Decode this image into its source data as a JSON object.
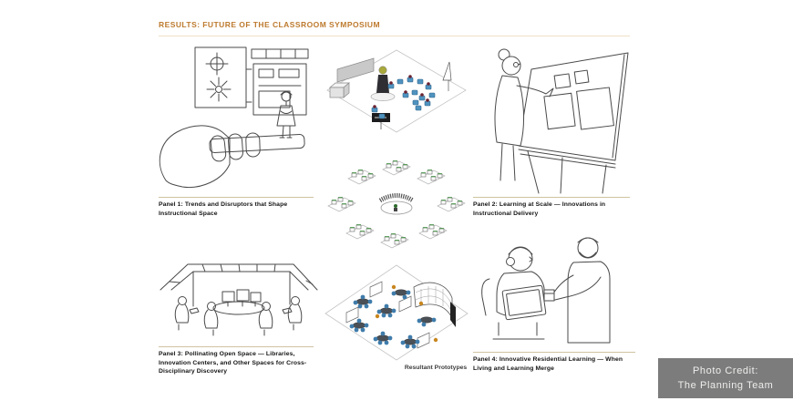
{
  "page": {
    "title": "RESULTS: FUTURE OF THE CLASSROOM SYMPOSIUM"
  },
  "panels": [
    {
      "caption": "Panel 1: Trends and Disruptors that Shape Instructional Space"
    },
    {
      "caption": "Panel 2: Learning at Scale — Innovations in Instructional Delivery"
    },
    {
      "caption": "Panel 3: Pollinating Open Space — Libraries, Innovation Centers, and Other Spaces for Cross-Disciplinary Discovery"
    },
    {
      "caption": "Panel 4: Innovative Residential Learning — When Living and Learning Merge"
    }
  ],
  "center_label": "Resultant Prototypes",
  "photo_credit": {
    "line1": "Photo Credit:",
    "line2": "The Planning Team"
  },
  "colors": {
    "title_accent": "#bd7a2e",
    "caption_rule": "#cfc3a0",
    "badge_background": "#7c7c7c",
    "chair_blue": "#3f7cab",
    "desk_accent_green": "#3c8a3c",
    "accent_orange": "#c8861d",
    "occupant_maroon": "#6b2230"
  }
}
